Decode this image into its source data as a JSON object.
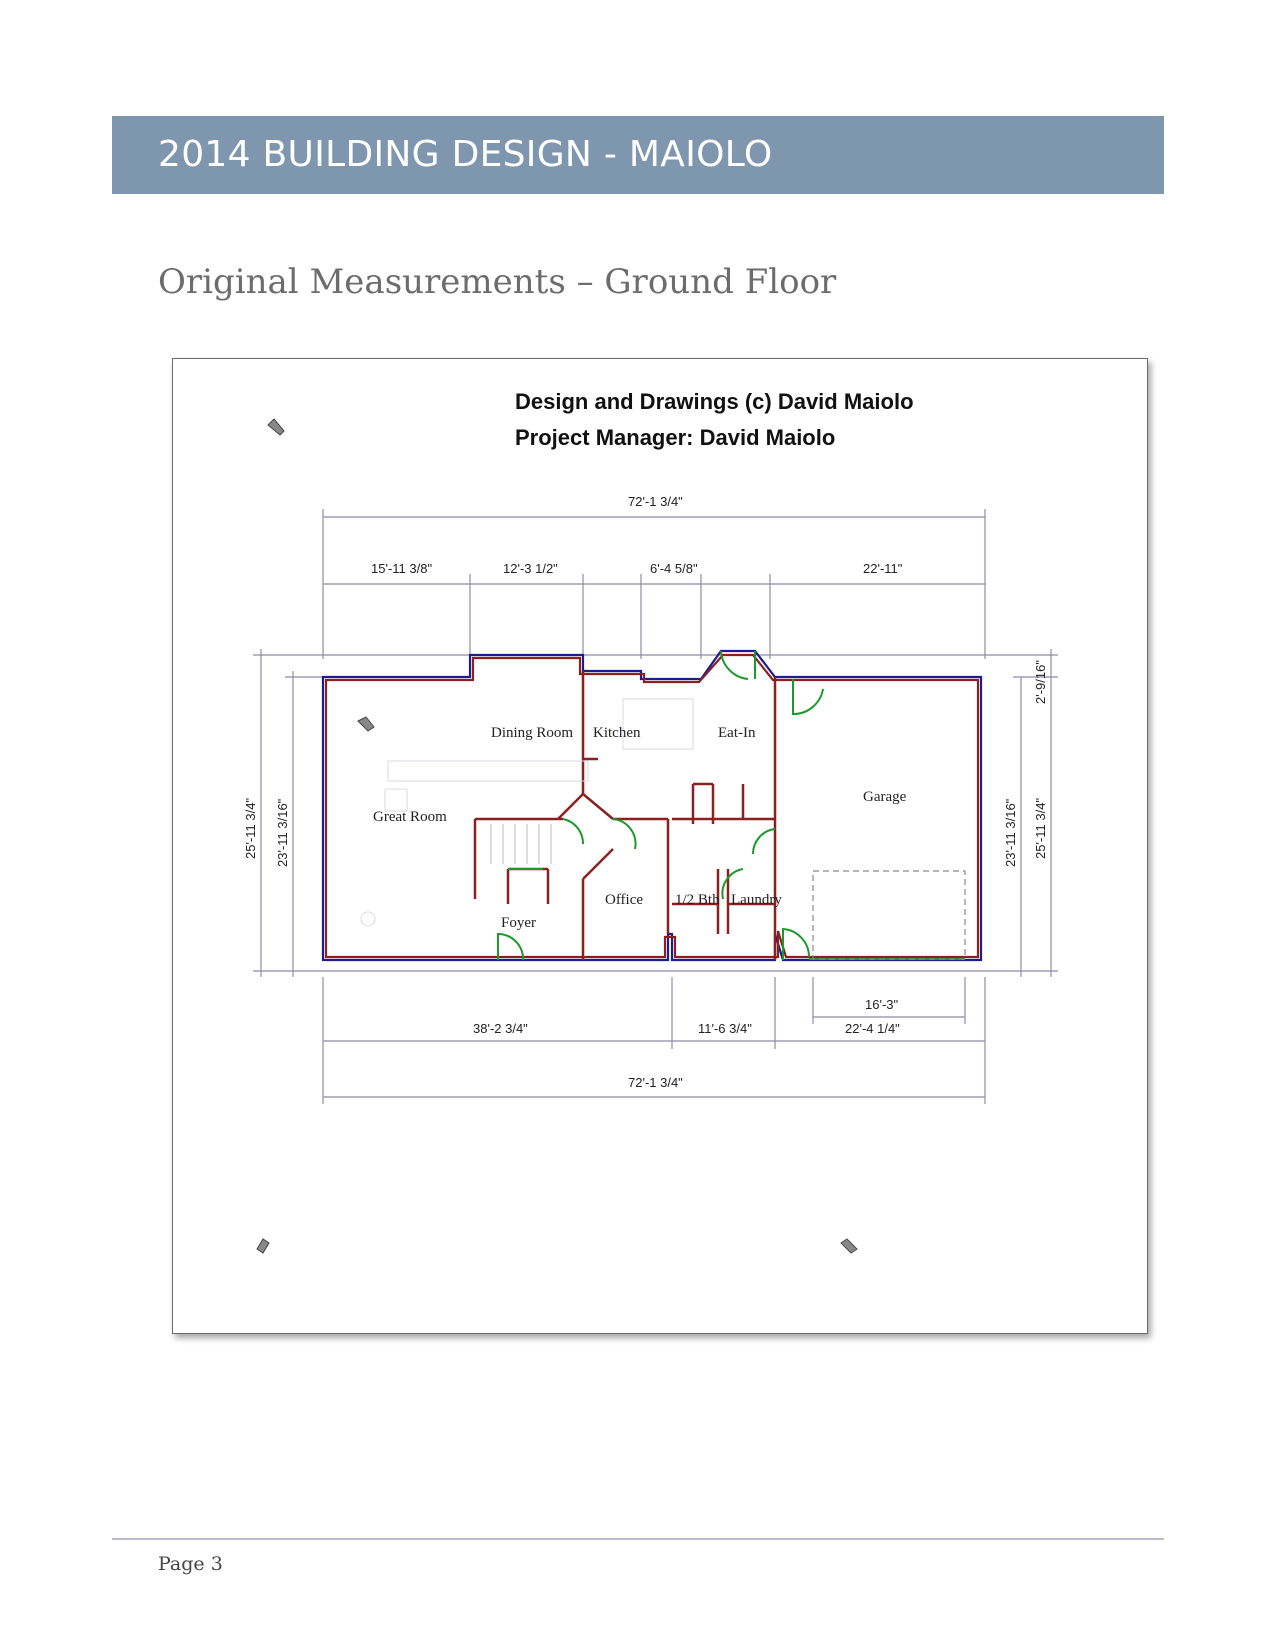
{
  "header": {
    "title": "2014 BUILDING DESIGN - MAIOLO"
  },
  "section": {
    "heading": "Original Measurements – Ground Floor"
  },
  "drawing": {
    "credit_line_1": "Design and Drawings (c) David Maiolo",
    "credit_line_2": "Project Manager: David Maiolo",
    "dimensions": {
      "top_overall": "72'-1 3/4\"",
      "top_seg_1": "15'-11 3/8\"",
      "top_seg_2": "12'-3 1/2\"",
      "top_seg_3": "6'-4 5/8\"",
      "top_seg_4": "22'-11\"",
      "right_small": "2'-9/16\"",
      "left_outer": "25'-11 3/4\"",
      "left_inner": "23'-11 3/16\"",
      "right_inner": "23'-11 3/16\"",
      "right_outer": "25'-11 3/4\"",
      "garage_door": "16'-3\"",
      "bottom_seg_1": "38'-2 3/4\"",
      "bottom_seg_2": "11'-6 3/4\"",
      "bottom_seg_3": "22'-4 1/4\"",
      "bottom_overall": "72'-1 3/4\""
    },
    "rooms": {
      "dining": "Dining Room",
      "kitchen": "Kitchen",
      "eat_in": "Eat-In",
      "great": "Great Room",
      "garage": "Garage",
      "office": "Office",
      "bath": "1/2 Bth",
      "laundry": "Laundry",
      "foyer": "Foyer"
    }
  },
  "footer": {
    "page": "Page 3"
  }
}
